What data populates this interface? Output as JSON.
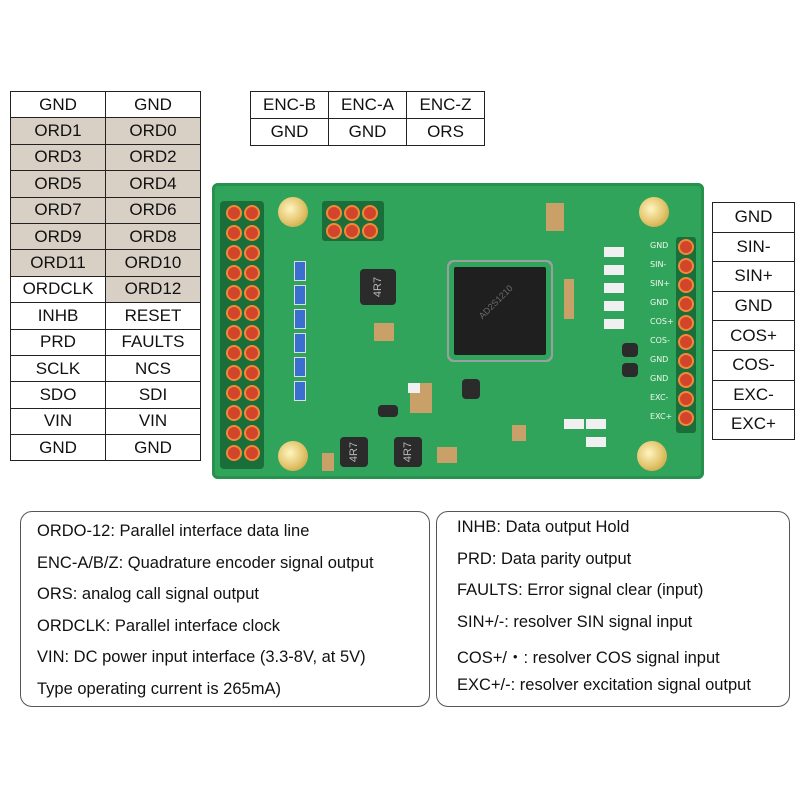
{
  "left_pins": [
    [
      "GND",
      "GND"
    ],
    [
      "ORD1",
      "ORD0"
    ],
    [
      "ORD3",
      "ORD2"
    ],
    [
      "ORD5",
      "ORD4"
    ],
    [
      "ORD7",
      "ORD6"
    ],
    [
      "ORD9",
      "ORD8"
    ],
    [
      "ORD11",
      "ORD10"
    ],
    [
      "ORDCLK",
      "ORD12"
    ],
    [
      "INHB",
      "RESET"
    ],
    [
      "PRD",
      "FAULTS"
    ],
    [
      "SCLK",
      "NCS"
    ],
    [
      "SDO",
      "SDI"
    ],
    [
      "VIN",
      "VIN"
    ],
    [
      "GND",
      "GND"
    ]
  ],
  "enc_pins": [
    [
      "ENC-B",
      "ENC-A",
      "ENC-Z"
    ],
    [
      "GND",
      "GND",
      "ORS"
    ]
  ],
  "right_pins": [
    "GND",
    "SIN-",
    "SIN+",
    "GND",
    "COS+",
    "COS-",
    "EXC-",
    "EXC+"
  ],
  "board": {
    "right_silkscreen": [
      "GND",
      "SIN-",
      "SIN+",
      "GND",
      "COS+",
      "COS-",
      "GND",
      "GND",
      "EXC-",
      "EXC+"
    ],
    "inductor_label": "4R7",
    "inductor_bottom_1": "4R7",
    "inductor_bottom_2": "4R7",
    "chip_text": "AD2S1210"
  },
  "descriptions_left": [
    "ORDO-12: Parallel interface data line",
    "ENC-A/B/Z: Quadrature encoder signal output",
    "ORS: analog call signal output",
    "ORDCLK: Parallel interface clock",
    "VIN: DC power input interface (3.3-8V, at 5V)",
    "Type operating current is 265mA)"
  ],
  "descriptions_right": [
    "INHB: Data output Hold",
    "PRD: Data parity output",
    "FAULTS: Error signal clear (input)",
    "SIN+/-: resolver SIN signal input",
    "COS+/・: resolver COS signal input",
    "EXC+/-: resolver excitation signal output"
  ],
  "colors": {
    "shaded_cell": "#d9d0c5",
    "board_green": "#2fa45a",
    "pad_red": "#d2452a"
  }
}
